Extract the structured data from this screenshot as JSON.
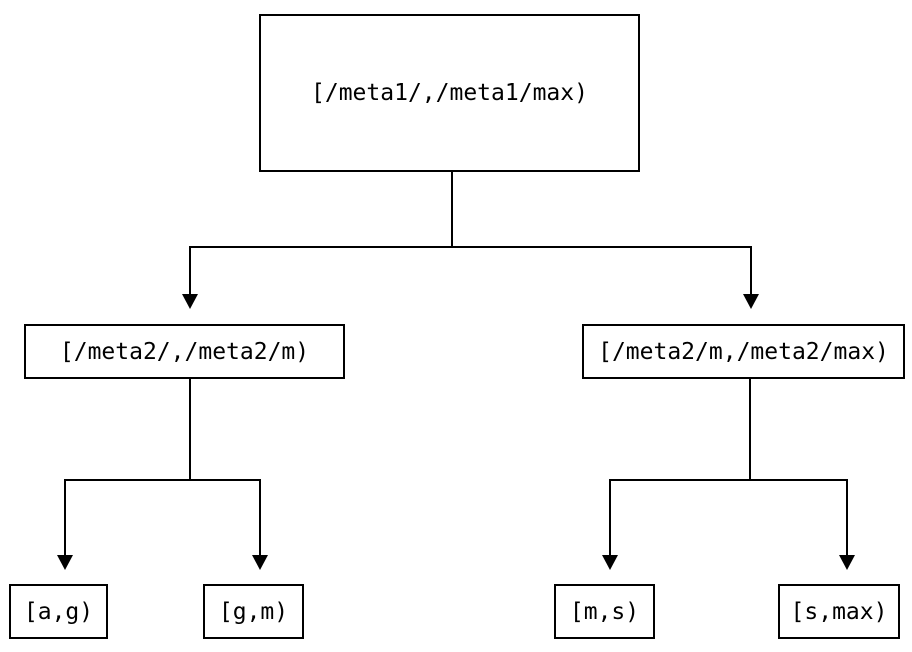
{
  "diagram": {
    "type": "tree",
    "nodes": {
      "root": {
        "label": "[/meta1/,/meta1/max)"
      },
      "left": {
        "label": "[/meta2/,/meta2/m)"
      },
      "right": {
        "label": "[/meta2/m,/meta2/max)"
      },
      "leaf_ag": {
        "label": "[a,g)"
      },
      "leaf_gm": {
        "label": "[g,m)"
      },
      "leaf_ms": {
        "label": "[m,s)"
      },
      "leaf_smax": {
        "label": "[s,max)"
      }
    },
    "edges": [
      {
        "from": "root",
        "to": "left"
      },
      {
        "from": "root",
        "to": "right"
      },
      {
        "from": "left",
        "to": "leaf_ag"
      },
      {
        "from": "left",
        "to": "leaf_gm"
      },
      {
        "from": "right",
        "to": "leaf_ms"
      },
      {
        "from": "right",
        "to": "leaf_smax"
      }
    ],
    "colors": {
      "line": "#000000",
      "text": "#000000",
      "node_fill": "#ffffff",
      "background": "#ffffff"
    }
  }
}
